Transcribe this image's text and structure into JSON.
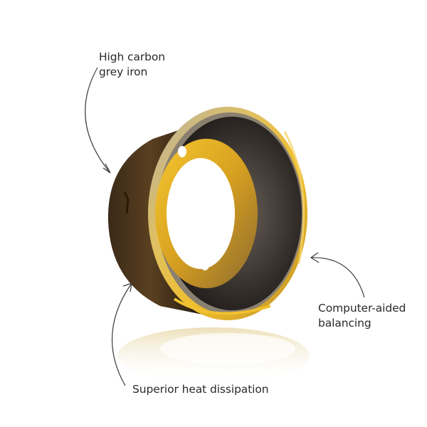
{
  "image": {
    "subject": "brake drum",
    "background": "#ffffff",
    "accent_colors": {
      "gold": "#e8b52a",
      "dark_iron": "#2a2420",
      "highlight": "#f5d56a"
    }
  },
  "annotations": [
    {
      "id": "iron",
      "text_line1": "High carbon",
      "text_line2": "grey iron",
      "arrow": "arrow-to-drum-left"
    },
    {
      "id": "balance",
      "text_line1": "Computer-aided",
      "text_line2": "balancing",
      "arrow": "arrow-to-drum-right"
    },
    {
      "id": "heat",
      "text_line1": "Superior heat dissipation",
      "arrow": "arrow-to-drum-bottom-left"
    }
  ]
}
